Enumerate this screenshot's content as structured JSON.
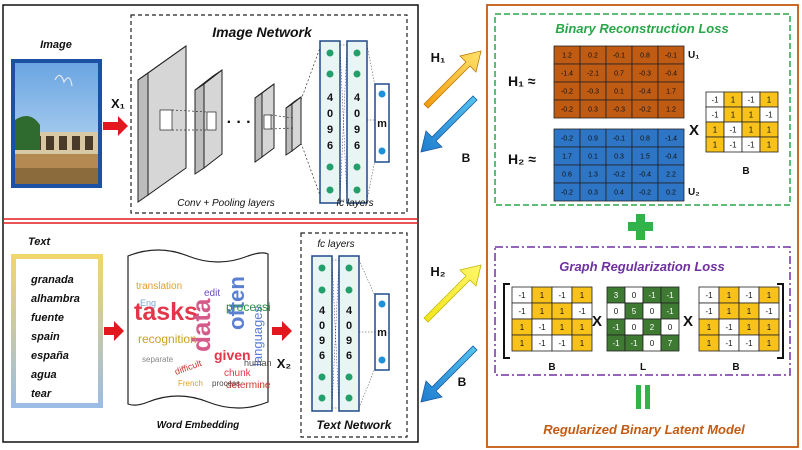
{
  "image_panel": {
    "image_label": "Image",
    "x1_label": "X₁",
    "network_title": "Image Network",
    "conv_caption": "Conv + Pooling layers",
    "fc_caption": "fc layers",
    "dots": "· · ·",
    "fc_number": [
      "4",
      "0",
      "9",
      "6"
    ],
    "m_label": "m"
  },
  "text_panel": {
    "text_label": "Text",
    "words": [
      "granada",
      "alhambra",
      "fuente",
      "spain",
      "españa",
      "agua",
      "tear"
    ],
    "word_embedding_caption": "Word Embedding",
    "x2_label": "X₂",
    "fc_caption": "fc layers",
    "network_title": "Text Network",
    "fc_number": [
      "4",
      "0",
      "9",
      "6"
    ],
    "m_label": "m",
    "cloud_words": [
      "translation",
      "tasks",
      "data",
      "often",
      "languages",
      "recognition",
      "given",
      "processi",
      "human",
      "edit",
      "chunk",
      "determine",
      "difficult",
      "Eng",
      "French",
      "process",
      "separate"
    ]
  },
  "arrows": {
    "h1": "H₁",
    "b_top": "B",
    "h2": "H₂",
    "b_bottom": "B"
  },
  "brl": {
    "title": "Binary Reconstruction Loss",
    "h1_approx": "H₁ ≈",
    "h2_approx": "H₂ ≈",
    "u1": "U₁",
    "u2": "U₂",
    "times": "X",
    "b_label": "B",
    "u1_matrix": [
      [
        "1.2",
        "0.2",
        "-0.1",
        "0.8",
        "-0.1"
      ],
      [
        "-1.4",
        "-2.1",
        "0.7",
        "-0.3",
        "-0.4"
      ],
      [
        "-0.2",
        "-0.3",
        "0.1",
        "-0.4",
        "1.7"
      ],
      [
        "-0.2",
        "0.3",
        "-0.3",
        "-0.2",
        "1.2"
      ]
    ],
    "u2_matrix": [
      [
        "-0.2",
        "0.9",
        "-0.1",
        "0.8",
        "-1.4"
      ],
      [
        "1.7",
        "0.1",
        "0.3",
        "1.5",
        "-0.4"
      ],
      [
        "0.6",
        "1.3",
        "-0.2",
        "-0.4",
        "2.2"
      ],
      [
        "-0.2",
        "0.3",
        "0.4",
        "-0.2",
        "0.2"
      ]
    ],
    "b_matrix": [
      [
        "-1",
        "1",
        "-1",
        "1"
      ],
      [
        "-1",
        "1",
        "1",
        "-1"
      ],
      [
        "1",
        "-1",
        "1",
        "1"
      ],
      [
        "1",
        "-1",
        "-1",
        "1"
      ]
    ]
  },
  "grl": {
    "title": "Graph Regularization Loss",
    "times": "X",
    "b_label_left": "B",
    "l_label": "L",
    "b_label_right": "B",
    "b_left": [
      [
        "-1",
        "1",
        "-1",
        "1"
      ],
      [
        "-1",
        "1",
        "1",
        "-1"
      ],
      [
        "1",
        "-1",
        "1",
        "1"
      ],
      [
        "1",
        "-1",
        "-1",
        "1"
      ]
    ],
    "l_matrix": [
      [
        "3",
        "0",
        "-1",
        "-1"
      ],
      [
        "0",
        "5",
        "0",
        "-1"
      ],
      [
        "-1",
        "0",
        "2",
        "0"
      ],
      [
        "-1",
        "-1",
        "0",
        "7"
      ]
    ],
    "b_right": [
      [
        "-1",
        "1",
        "-1",
        "1"
      ],
      [
        "-1",
        "1",
        "1",
        "-1"
      ],
      [
        "1",
        "-1",
        "1",
        "1"
      ],
      [
        "1",
        "-1",
        "-1",
        "1"
      ]
    ]
  },
  "model_title": "Regularized Binary Latent Model",
  "colors": {
    "orange": "#c05b14",
    "blue": "#2e75c5",
    "yellow": "#f8c21a",
    "green_dark": "#3f7a33",
    "green_bright": "#32b34a",
    "brl_title": "#2aa64a",
    "grl_title": "#7030a0",
    "model_title": "#c55a11",
    "arrow_red": "#e3181f"
  }
}
